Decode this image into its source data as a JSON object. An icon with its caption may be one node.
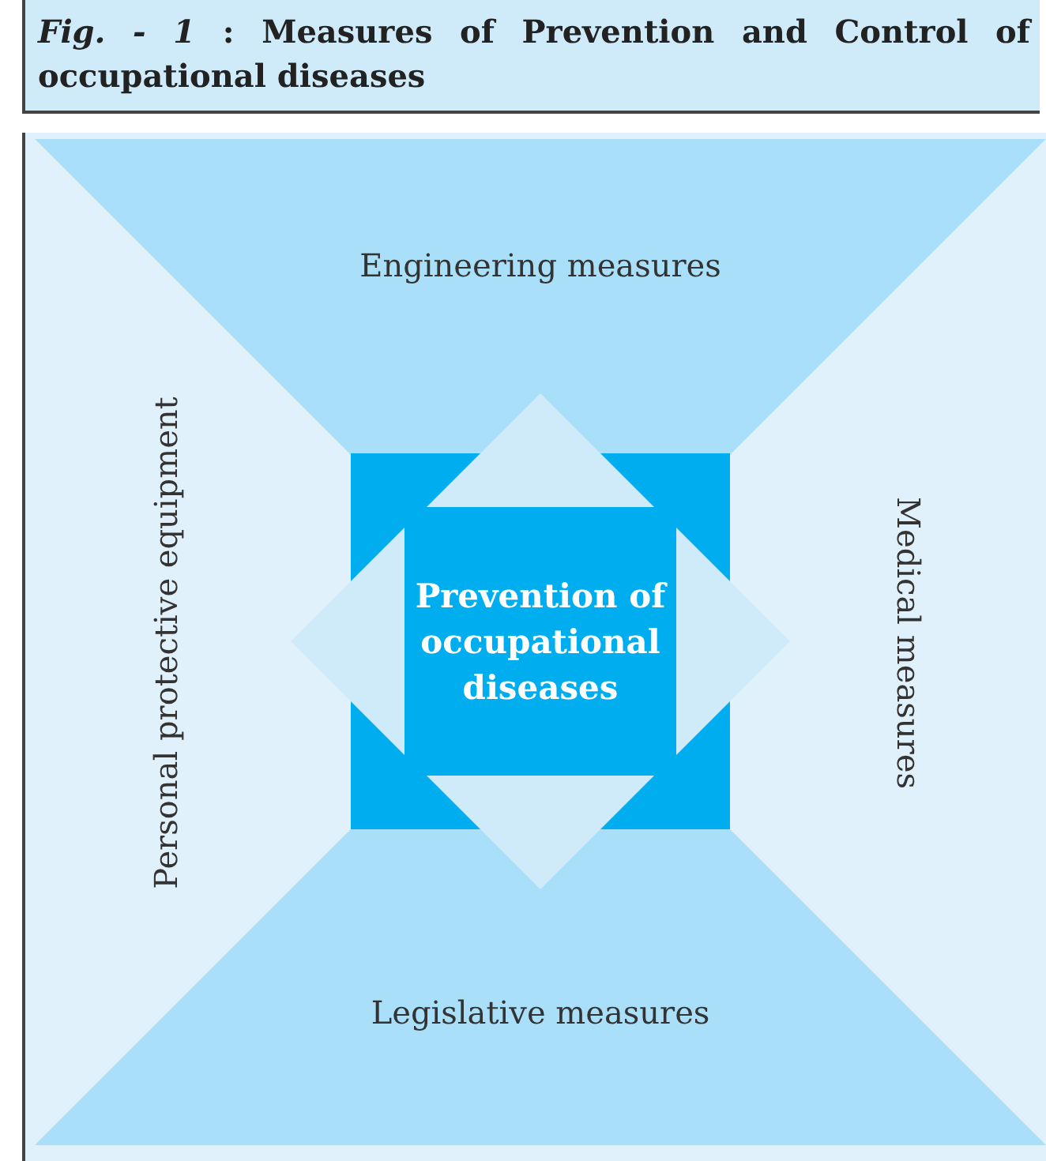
{
  "diagram": {
    "title": "*Fig. - 1* : Measures of Prevention and Control of occupational diseases",
    "nodes": [
      {
        "text": [
          "Engineering measures"
        ]
      },
      {
        "text": [
          "Personal protective equipment"
        ]
      },
      {
        "text": [
          "Prevention of occupational diseases"
        ]
      },
      {
        "text": [
          "Medical measures"
        ]
      },
      {
        "text": [
          "Legislative measures"
        ]
      }
    ],
    "edges": [
      {
        "from": 2,
        "to": 0,
        "arrow": "to"
      },
      {
        "from": 2,
        "to": 1,
        "arrow": "to"
      },
      {
        "from": 2,
        "to": 3,
        "arrow": "to"
      },
      {
        "from": 2,
        "to": 4,
        "arrow": "to"
      }
    ]
  }
}
